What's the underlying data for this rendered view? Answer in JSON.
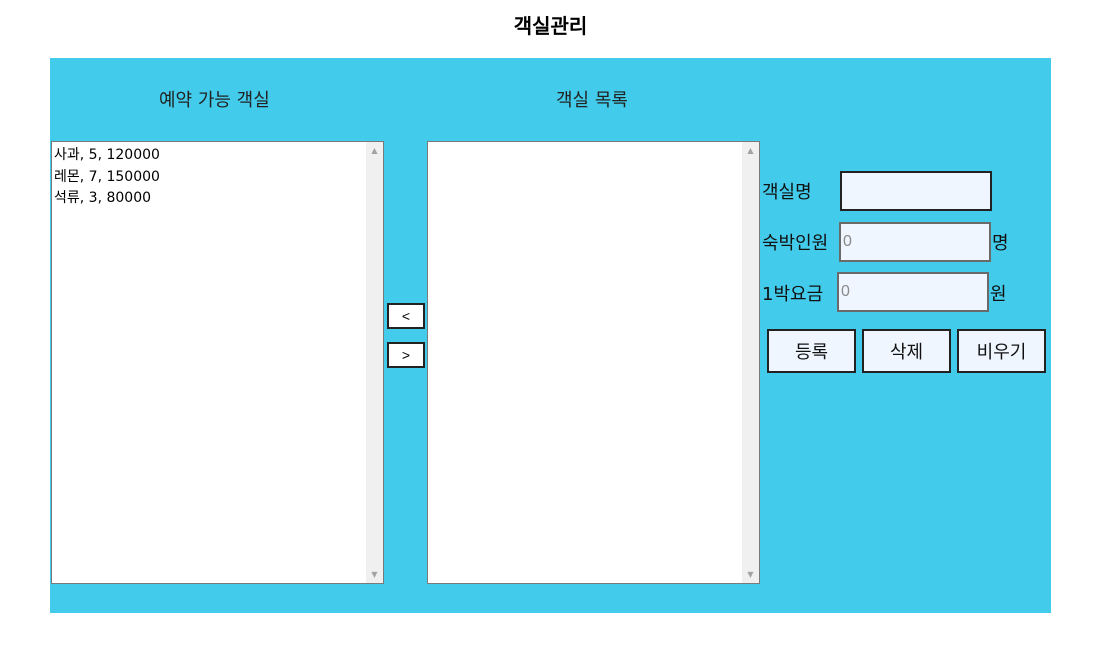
{
  "page": {
    "title": "객실관리"
  },
  "available_rooms": {
    "heading": "예약 가능 객실",
    "items": [
      "사과, 5, 120000",
      "레몬, 7, 150000",
      "석류, 3, 80000"
    ]
  },
  "room_list": {
    "heading": "객실 목록",
    "items": []
  },
  "transfer": {
    "move_left_label": "<",
    "move_right_label": ">"
  },
  "form": {
    "room_name_label": "객실명",
    "room_name_value": "",
    "capacity_label": "숙박인원",
    "capacity_placeholder": "0",
    "capacity_unit": "명",
    "rate_label": "1박요금",
    "rate_placeholder": "0",
    "rate_unit": "원"
  },
  "actions": {
    "register_label": "등록",
    "delete_label": "삭제",
    "clear_label": "비우기"
  },
  "colors": {
    "panel_background": "#42cbea",
    "input_background": "#f0f6ff"
  }
}
